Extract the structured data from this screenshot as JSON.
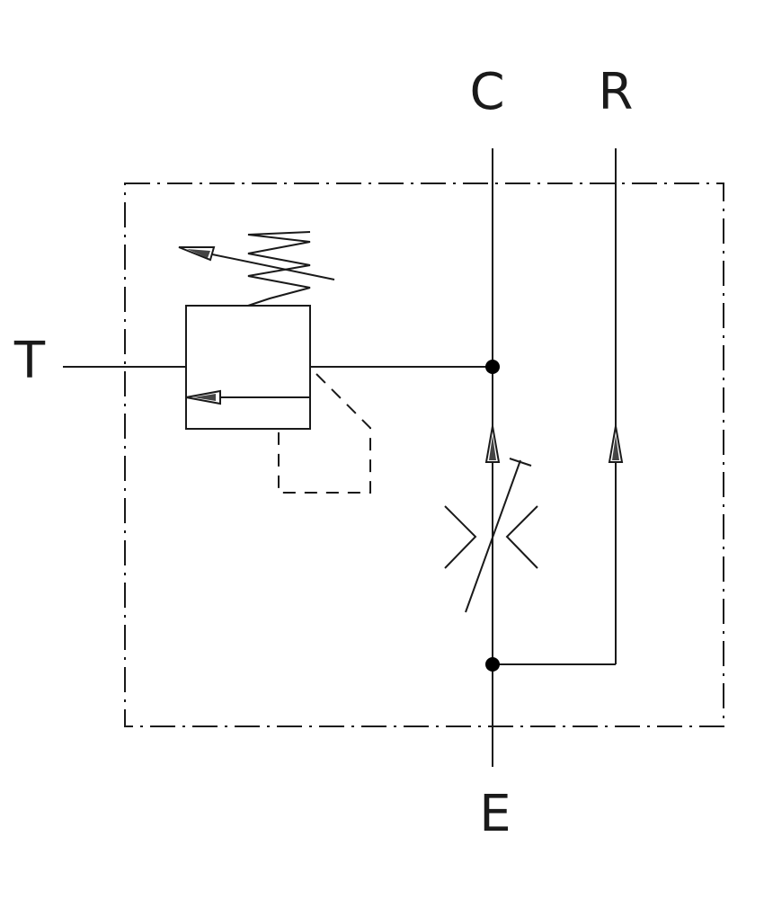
{
  "ports": {
    "c": "C",
    "r": "R",
    "t": "T",
    "e": "E"
  },
  "colors": {
    "stroke": "#1a1a1a",
    "background": "#ffffff"
  }
}
